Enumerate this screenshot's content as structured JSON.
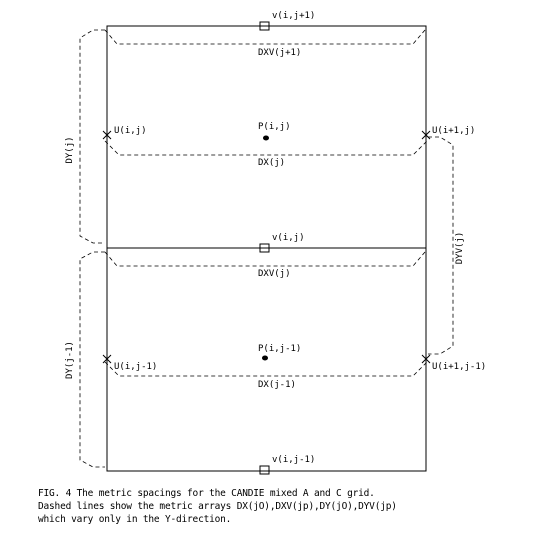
{
  "labels": {
    "v_top": "v(i,j+1)",
    "dxv_top": "DXV(j+1)",
    "u_left_upper": "U(i,j)",
    "p_upper": "P(i,j)",
    "u_right_upper": "U(i+1,j)",
    "dx_upper": "DX(j)",
    "v_mid": "v(i,j)",
    "dxv_mid": "DXV(j)",
    "p_lower": "P(i,j-1)",
    "u_left_lower": "U(i,j-1)",
    "u_right_lower": "U(i+1,j-1)",
    "dx_lower": "DX(j-1)",
    "v_bottom": "v(i,j-1)",
    "dy_upper": "DY(j)",
    "dy_lower": "DY(j-1)",
    "dyv": "DYV(j)"
  },
  "caption": {
    "line1": "FIG. 4 The metric spacings for the CANDIE mixed A and C grid.",
    "line2": "Dashed lines show the metric arrays DX(jO),DXV(jp),DY(jO),DYV(jp)",
    "line3": "which vary only in the Y-direction."
  }
}
